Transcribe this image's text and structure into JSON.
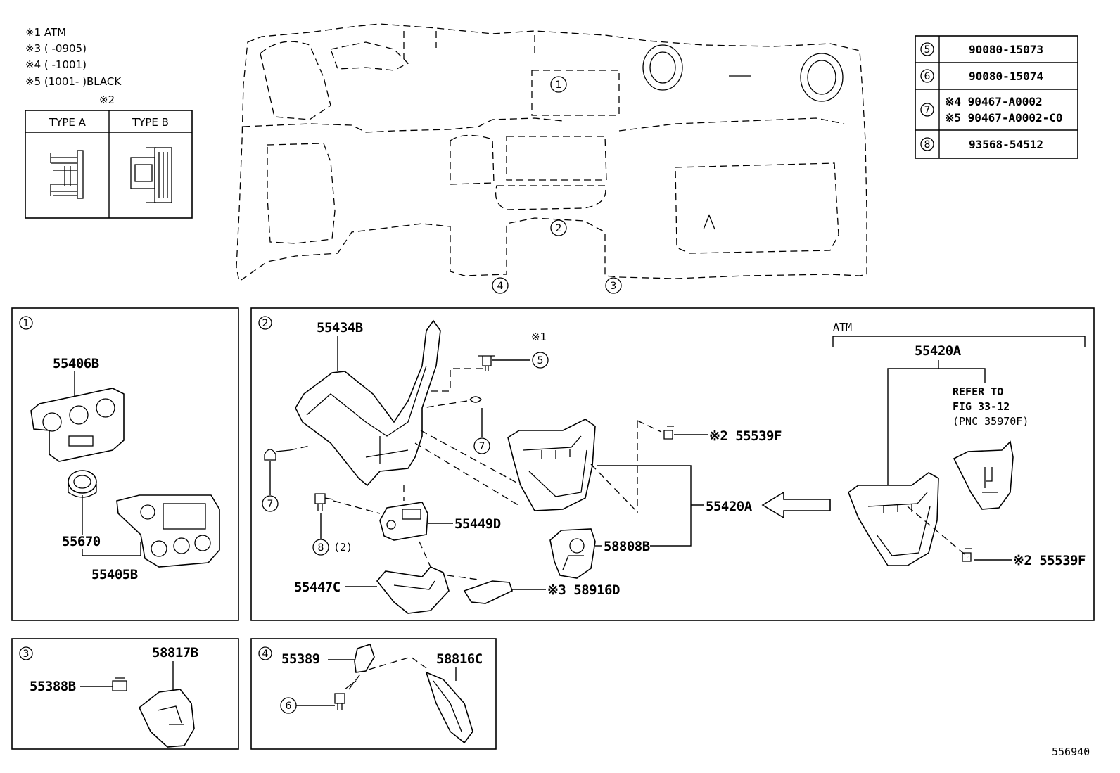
{
  "notes": {
    "n1": "※1 ATM",
    "n3": "※3 (      -0905)",
    "n4": "※4 (      -1001)",
    "n5": "※5 (1001-      )BLACK"
  },
  "type_table": {
    "header_mark": "※2",
    "col_a": "TYPE A",
    "col_b": "TYPE B"
  },
  "bolt_table": [
    {
      "ref": "5",
      "lines": [
        "90080-15073"
      ]
    },
    {
      "ref": "6",
      "lines": [
        "90080-15074"
      ]
    },
    {
      "ref": "7",
      "lines": [
        "※4 90467-A0002",
        "※5 90467-A0002-C0"
      ]
    },
    {
      "ref": "8",
      "lines": [
        "93568-54512"
      ]
    }
  ],
  "overview_refs": [
    "1",
    "2",
    "3",
    "4"
  ],
  "panel1": {
    "ref": "1",
    "p55406b": "55406B",
    "p55670": "55670",
    "p55405b": "55405B"
  },
  "panel2": {
    "ref": "2",
    "p55434b": "55434B",
    "mark1": "※1",
    "ref5": "5",
    "ref7a": "7",
    "ref7b": "7",
    "ref8": "8",
    "qty8": "(2)",
    "p55449d": "55449D",
    "p55447c": "55447C",
    "p58916d": "※3 58916D",
    "p55539f_a": "※2 55539F",
    "p55420a_left": "55420A",
    "p58808b": "58808B",
    "atm_label": "ATM",
    "p55420a_right": "55420A",
    "refer_1": "REFER TO",
    "refer_2": "FIG 33-12",
    "refer_3": "(PNC 35970F)",
    "p55539f_b": "※2 55539F"
  },
  "panel3": {
    "ref": "3",
    "p58817b": "58817B",
    "p55388b": "55388B"
  },
  "panel4": {
    "ref": "4",
    "p55389": "55389",
    "p58816c": "58816C",
    "ref6": "6"
  },
  "figure_id": "556940"
}
